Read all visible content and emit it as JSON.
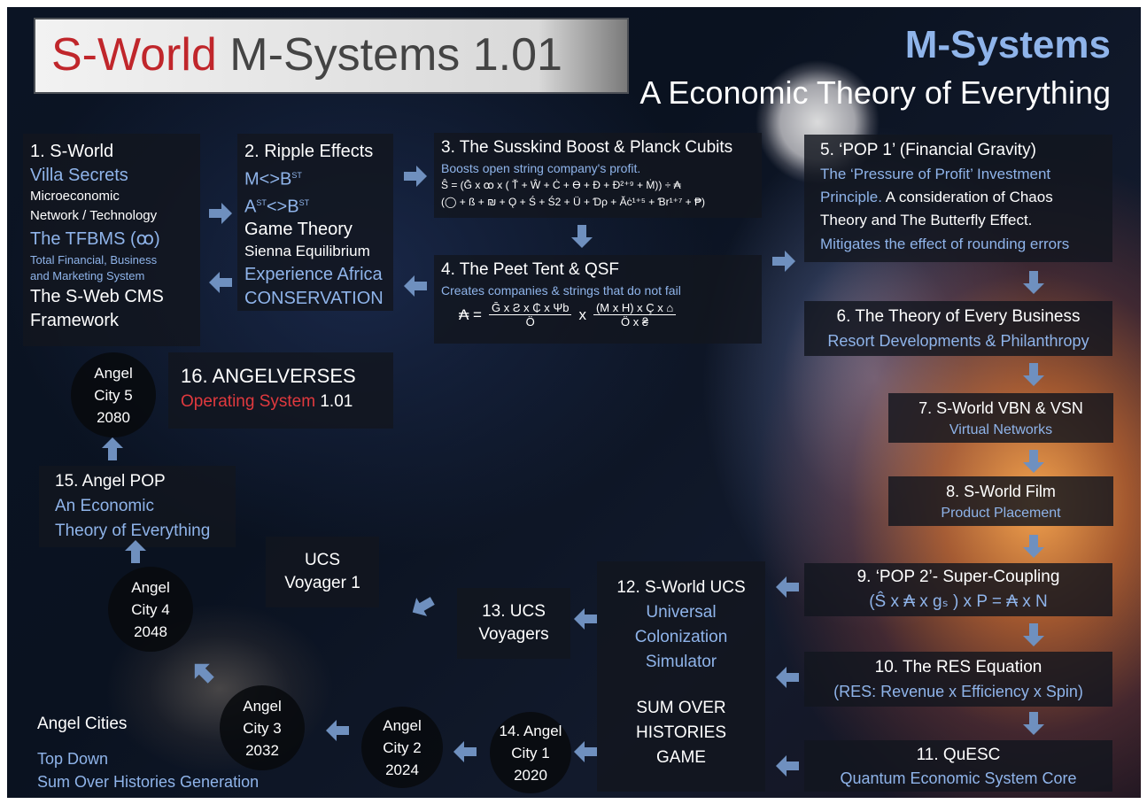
{
  "header": {
    "title_red": "S-World",
    "title_rest": " M-Systems 1.01",
    "brand": "M-Systems",
    "subtitle": "A Economic Theory of Everything"
  },
  "nodes": {
    "n1": {
      "title": "1. S-World",
      "l1": "Villa Secrets",
      "l2": "Microeconomic",
      "l3": "Network / Technology",
      "l4": "The TFBMS (ꝏ)",
      "l5": "Total Financial, Business",
      "l6": "and Marketing System",
      "l7": "The S-Web CMS",
      "l8": "Framework"
    },
    "n2": {
      "title": "2. Ripple Effects",
      "l1a": "M<>B",
      "l1s": "ST",
      "l2a": "A",
      "l2s": "ST",
      "l2b": "<>B",
      "l2t": "ST",
      "l3": "Game Theory",
      "l4": "Sienna Equilibrium",
      "l5": "Experience Africa",
      "l6": "CONSERVATION"
    },
    "n3": {
      "title": "3. The Susskind Boost & Planck Cubits",
      "l1": "Boosts open string company's profit.",
      "l2": "Ŝ = (Ḡ x ꝏ x ( Ť + Ŵ + Ċ + Ө + Đ + Ð²⁺⁹ + Ṁ)) ÷ ₳",
      "l3": "(◯ + ß + ₪ + Ǫ + Ś + Ś2 + Ü + Ɗρ + Ăċ¹⁺⁵ + Ɓr¹⁺⁷ + ₱)"
    },
    "n4": {
      "title": "4. The Peet Tent & QSF",
      "l1": "Creates companies & strings that do not fail",
      "lhs": "₳ =",
      "num1": "Ḡ x Ƨ x ₵ x Ψb",
      "den1": "Ö",
      "x": "x",
      "num2": "(M x H) x Ç x ⌂",
      "den2": "Ö x ₴"
    },
    "n5": {
      "title": "5. ‘POP 1’ (Financial Gravity)",
      "l1": "The ‘Pressure of Profit’ Investment",
      "l2a": "Principle.",
      "l2b": " A consideration of Chaos",
      "l3": "Theory and The Butterfly Effect.",
      "l4": "Mitigates the effect of rounding errors"
    },
    "n6": {
      "title": "6. The Theory of Every Business",
      "l1": "Resort Developments & Philanthropy"
    },
    "n7": {
      "title": "7. S-World VBN & VSN",
      "l1": "Virtual Networks"
    },
    "n8": {
      "title": "8. S-World Film",
      "l1": "Product Placement"
    },
    "n9": {
      "title": "9. ‘POP 2’- Super-Coupling",
      "l1": "(Ŝ x ₳ x gₛ ) x P = ₳ x N"
    },
    "n10": {
      "title": "10. The RES Equation",
      "l1": "(RES: Revenue x Efficiency x Spin)"
    },
    "n11": {
      "title": "11. QuESC",
      "l1": "Quantum Economic System Core"
    },
    "n12": {
      "title": "12. S-World UCS",
      "l1": "Universal",
      "l2": "Colonization",
      "l3": "Simulator",
      "l4": "SUM OVER",
      "l5": "HISTORIES",
      "l6": "GAME"
    },
    "n13": {
      "l1": "13. UCS",
      "l2": "Voyagers"
    },
    "n14": {
      "l1": "14. Angel",
      "l2": "City 1",
      "l3": "2020"
    },
    "n15": {
      "title": "15. Angel POP",
      "l1": "An Economic",
      "l2": "Theory of Everything"
    },
    "n16": {
      "title": "16. ANGELVERSES",
      "l1r": "Operating System",
      "l1w": " 1.01"
    },
    "ucs": {
      "l1": "UCS",
      "l2": "Voyager 1"
    }
  },
  "cities": [
    {
      "l1": "Angel",
      "l2": "City 2",
      "l3": "2024"
    },
    {
      "l1": "Angel",
      "l2": "City 3",
      "l3": "2032"
    },
    {
      "l1": "Angel",
      "l2": "City 4",
      "l3": "2048"
    },
    {
      "l1": "Angel",
      "l2": "City 5",
      "l3": "2080"
    }
  ],
  "legend": {
    "l1": "Angel Cities",
    "l2": "Top Down",
    "l3": "Sum Over Histories Generation"
  },
  "colors": {
    "white": "#ffffff",
    "blue_text": "#8fb4ea",
    "red": "#e0393e",
    "arrow": "#6f90bf"
  }
}
